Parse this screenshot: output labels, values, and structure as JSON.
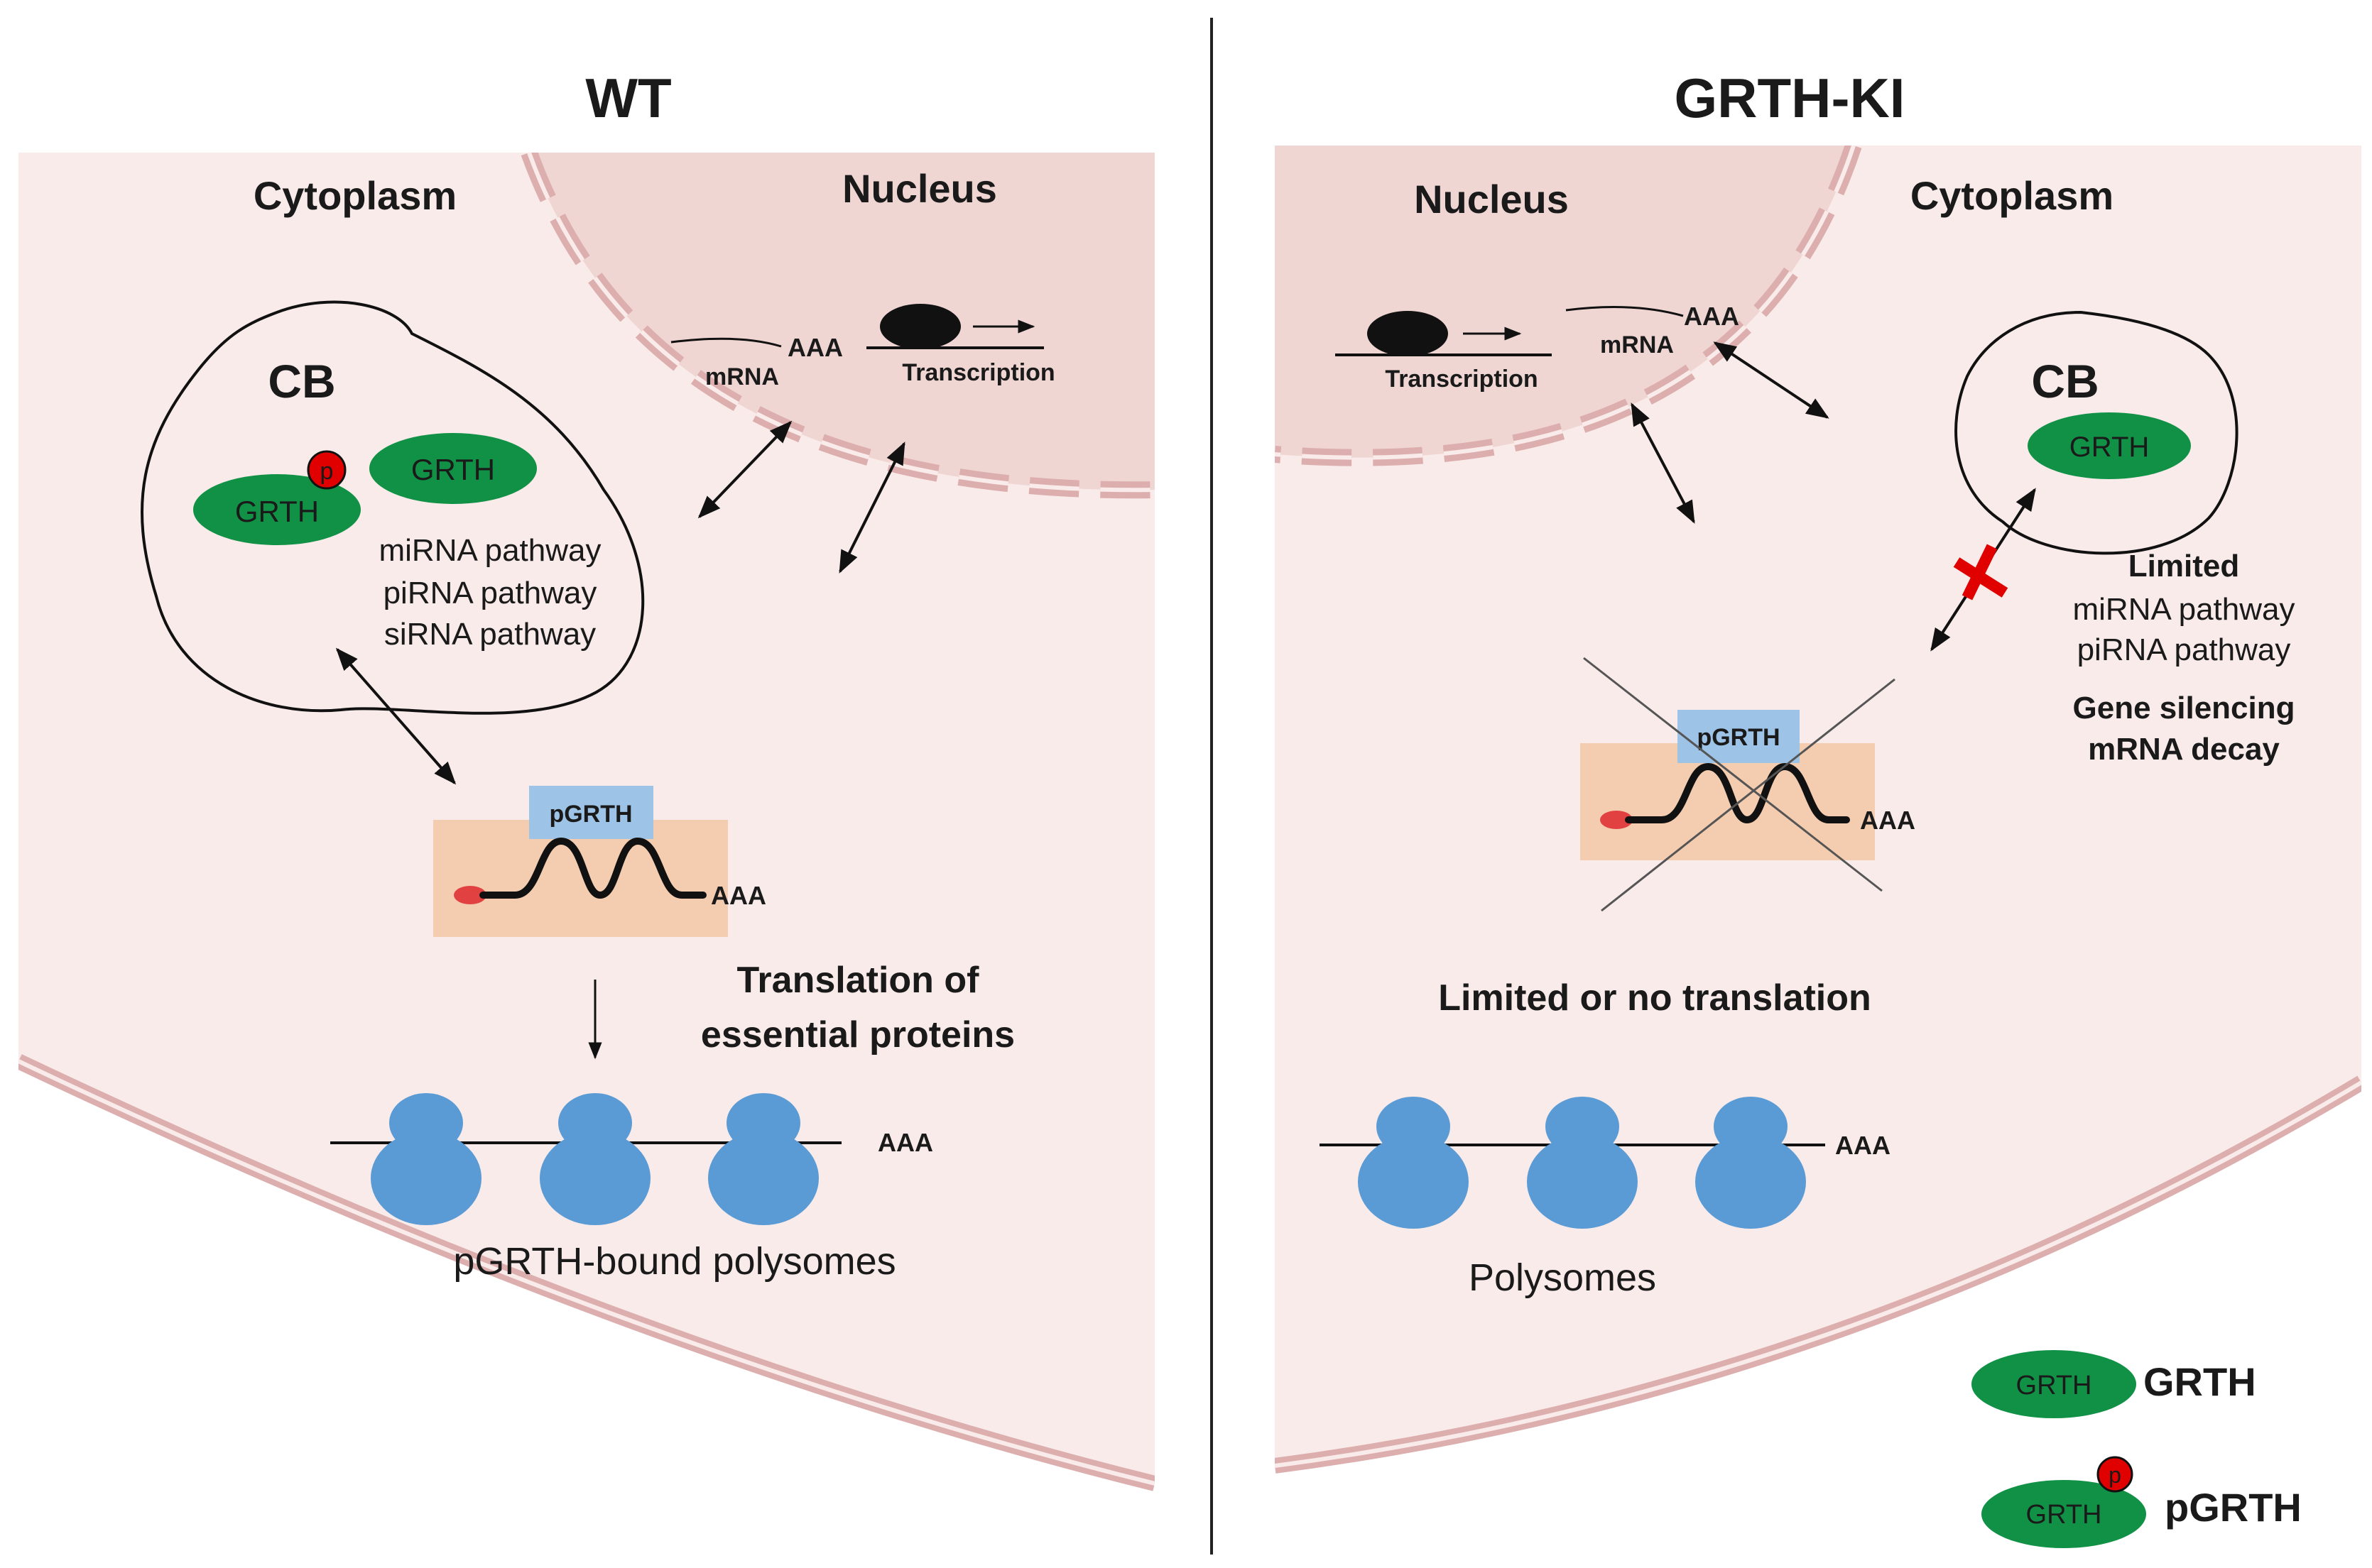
{
  "wt": {
    "title": "WT",
    "cytoplasm": "Cytoplasm",
    "nucleus": "Nucleus",
    "cb": "CB",
    "grth": "GRTH",
    "phos": "p",
    "pathways": [
      "miRNA pathway",
      "piRNA pathway",
      "siRNA pathway"
    ],
    "mrna": "mRNA",
    "aaa": "AAA",
    "transcription": "Transcription",
    "pgrth": "pGRTH",
    "translation": [
      "Translation of",
      "essential proteins"
    ],
    "polysomes": "pGRTH-bound polysomes"
  },
  "ki": {
    "title": "GRTH-KI",
    "nucleus": "Nucleus",
    "cytoplasm": "Cytoplasm",
    "transcription": "Transcription",
    "mrna": "mRNA",
    "aaa": "AAA",
    "cb": "CB",
    "grth": "GRTH",
    "limited": "Limited",
    "pathways": [
      "miRNA pathway",
      "piRNA pathway"
    ],
    "silencing": [
      "Gene silencing",
      "mRNA decay"
    ],
    "pgrth": "pGRTH",
    "translation": "Limited or no translation",
    "polysomes": "Polysomes"
  },
  "legend": {
    "grth_inner": "GRTH",
    "grth_label": "GRTH",
    "pgrth_inner": "GRTH",
    "pgrth_phos": "p",
    "pgrth_label": "pGRTH"
  },
  "colors": {
    "cell_fill": "#f8ebe9",
    "nucleus_fill": "#efd6d3",
    "membrane": "#ddaeae",
    "grth_green": "#119146",
    "phospho_red": "#e00000",
    "ribosome_blue": "#5b9bd5",
    "pgrth_box": "#9dc3e6",
    "mrna_box": "#f4ccb0",
    "cap_red": "#e14141"
  }
}
